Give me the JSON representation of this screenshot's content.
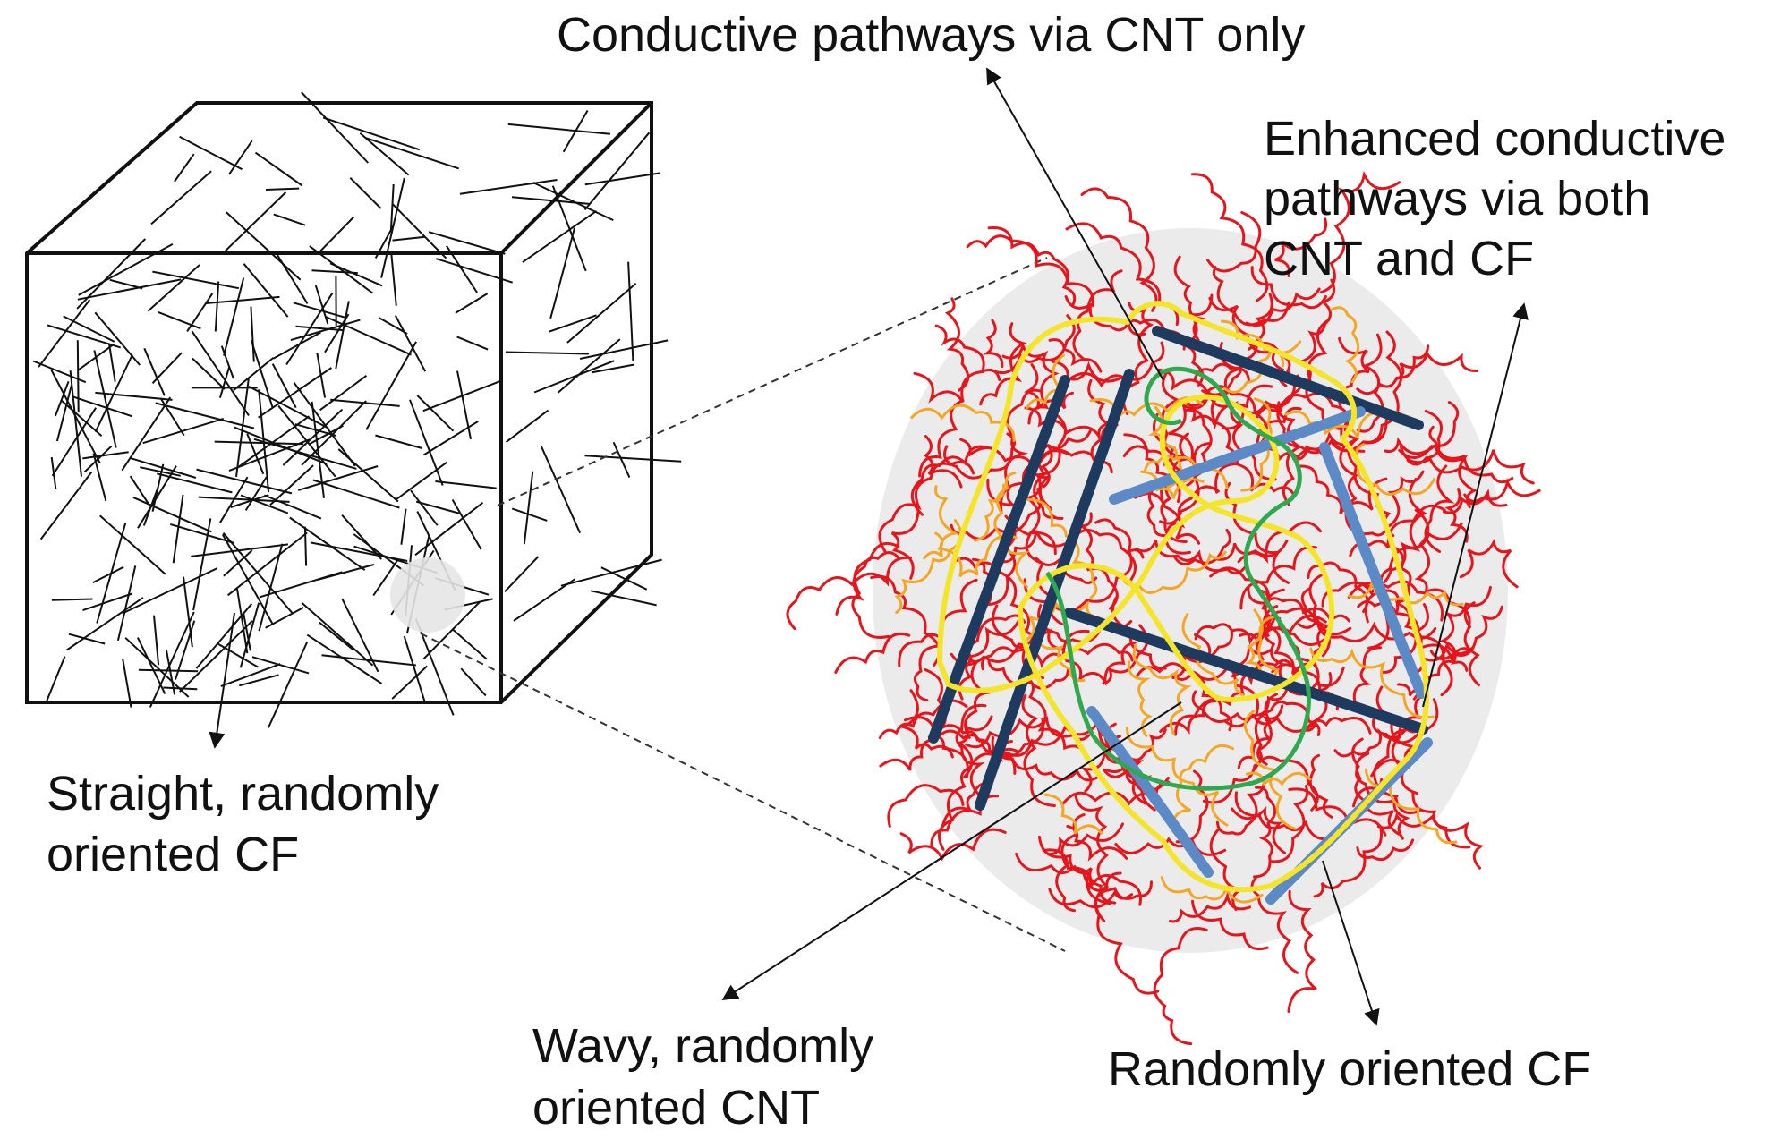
{
  "labels": {
    "cnt_pathways": "Conductive pathways via CNT only",
    "enhanced_line1": "Enhanced conductive",
    "enhanced_line2": "pathways via both",
    "enhanced_line3": "CNT and CF",
    "straight_cf_line1": "Straight, randomly",
    "straight_cf_line2": "oriented CF",
    "wavy_cnt_line1": "Wavy, randomly",
    "wavy_cnt_line2": "oriented CNT",
    "random_cf": "Randomly oriented CF"
  },
  "colors": {
    "cube_edge": "#111111",
    "cube_fiber": "#111111",
    "zoom_bg": "#ebebeb",
    "cnt_red": "#e8141b",
    "cnt_orange": "#f5a623",
    "path_yellow": "#f5e52a",
    "path_green": "#2fa84f",
    "cf_dark": "#1f3a5f",
    "cf_light": "#5b8ac6"
  }
}
